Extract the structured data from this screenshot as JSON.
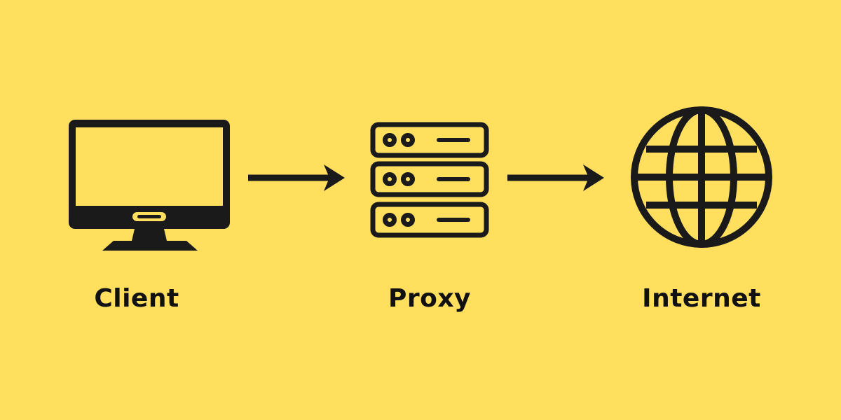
{
  "diagram": {
    "background_color": "#FFDF5D",
    "ink_color": "#1A1A1A",
    "nodes": [
      {
        "id": "client",
        "icon": "monitor-icon",
        "label": "Client"
      },
      {
        "id": "proxy",
        "icon": "server-stack-icon",
        "label": "Proxy"
      },
      {
        "id": "internet",
        "icon": "globe-icon",
        "label": "Internet"
      }
    ],
    "edges": [
      {
        "from": "client",
        "to": "proxy",
        "icon": "arrow-right-icon"
      },
      {
        "from": "proxy",
        "to": "internet",
        "icon": "arrow-right-icon"
      }
    ]
  }
}
